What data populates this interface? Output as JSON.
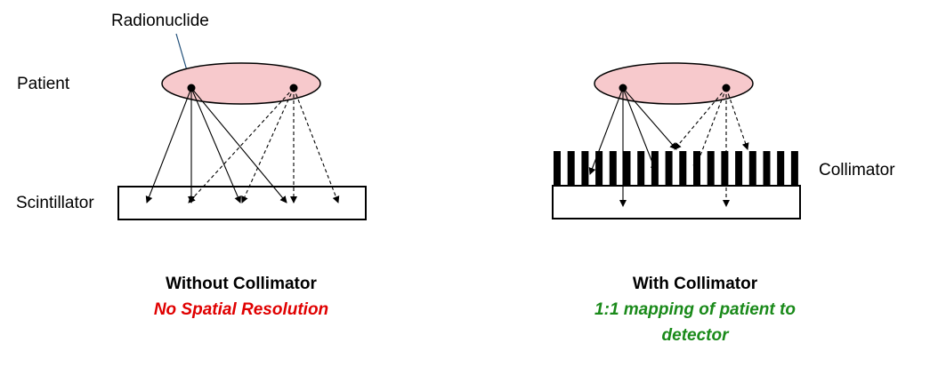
{
  "labels": {
    "radionuclide": "Radionuclide",
    "patient": "Patient",
    "scintillator": "Scintillator",
    "collimator": "Collimator"
  },
  "left_panel": {
    "title": "Without Collimator",
    "subtitle": "No Spatial Resolution",
    "subtitle_color": "#e00000"
  },
  "right_panel": {
    "title": "With Collimator",
    "subtitle_line1": "1:1 mapping of patient to",
    "subtitle_line2": "detector",
    "subtitle_color": "#1a8a1a"
  },
  "colors": {
    "patient_fill": "#f7c9cc",
    "pointer_arrow": "#1f4e79",
    "line": "#000000"
  }
}
